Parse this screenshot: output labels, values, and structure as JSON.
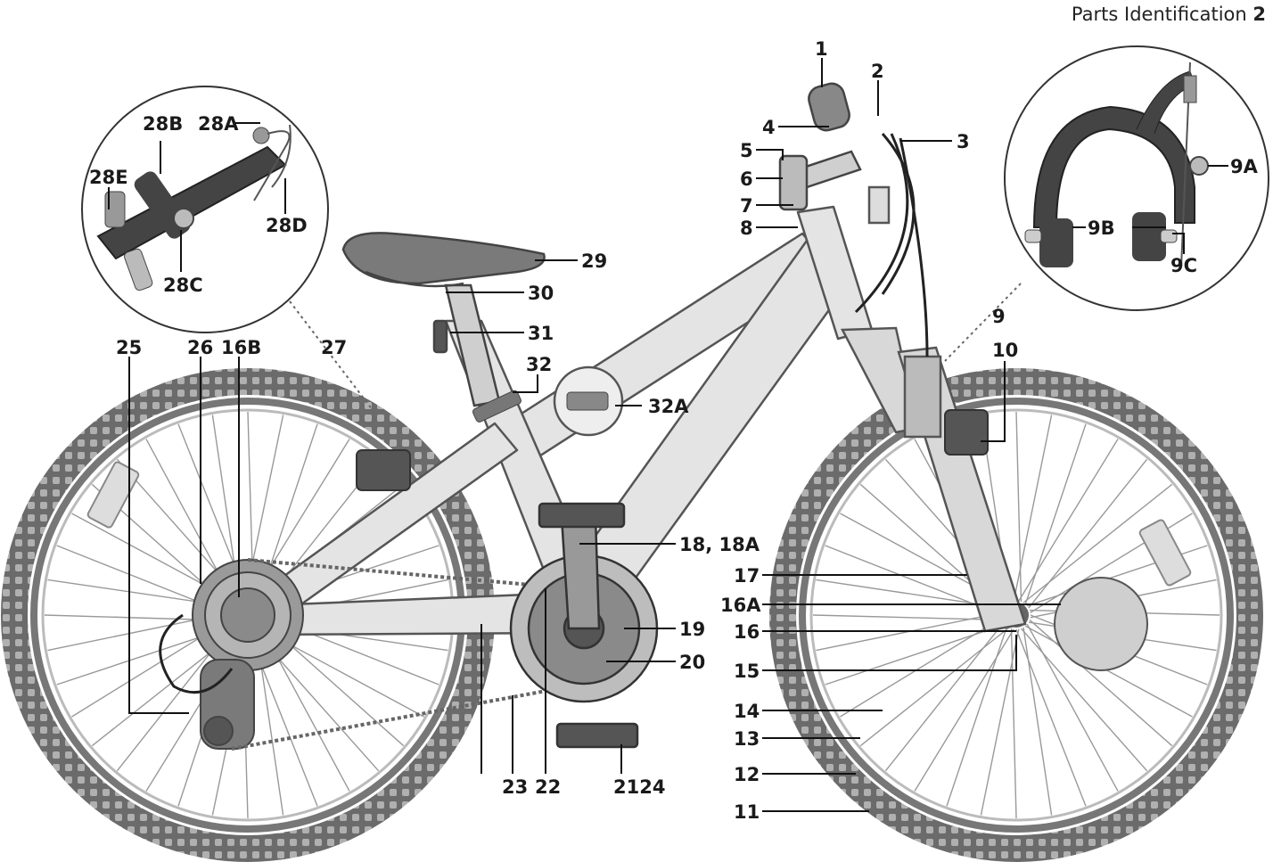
{
  "header": {
    "text": "Parts Identification",
    "page_number": "2"
  },
  "labels": {
    "l1": "1",
    "l2": "2",
    "l3": "3",
    "l4": "4",
    "l5": "5",
    "l6": "6",
    "l7": "7",
    "l8": "8",
    "l9": "9",
    "l9A": "9A",
    "l9B": "9B",
    "l9C": "9C",
    "l10": "10",
    "l11": "11",
    "l12": "12",
    "l13": "13",
    "l14": "14",
    "l15": "15",
    "l16": "16",
    "l16A": "16A",
    "l16B": "16B",
    "l17": "17",
    "l18": "18, 18A",
    "l19": "19",
    "l20": "20",
    "l2124": "2124",
    "l22": "22",
    "l23": "23",
    "l25": "25",
    "l26": "26",
    "l27": "27",
    "l28A": "28A",
    "l28B": "28B",
    "l28C": "28C",
    "l28D": "28D",
    "l28E": "28E",
    "l29": "29",
    "l30": "30",
    "l31": "31",
    "l32": "32",
    "l32A": "32A"
  },
  "colors": {
    "ink": "#1a1a1a",
    "tire": "#6b6b6b",
    "frame": "#e4e4e4",
    "frame_edge": "#555555",
    "part": "#8a8a8a"
  }
}
